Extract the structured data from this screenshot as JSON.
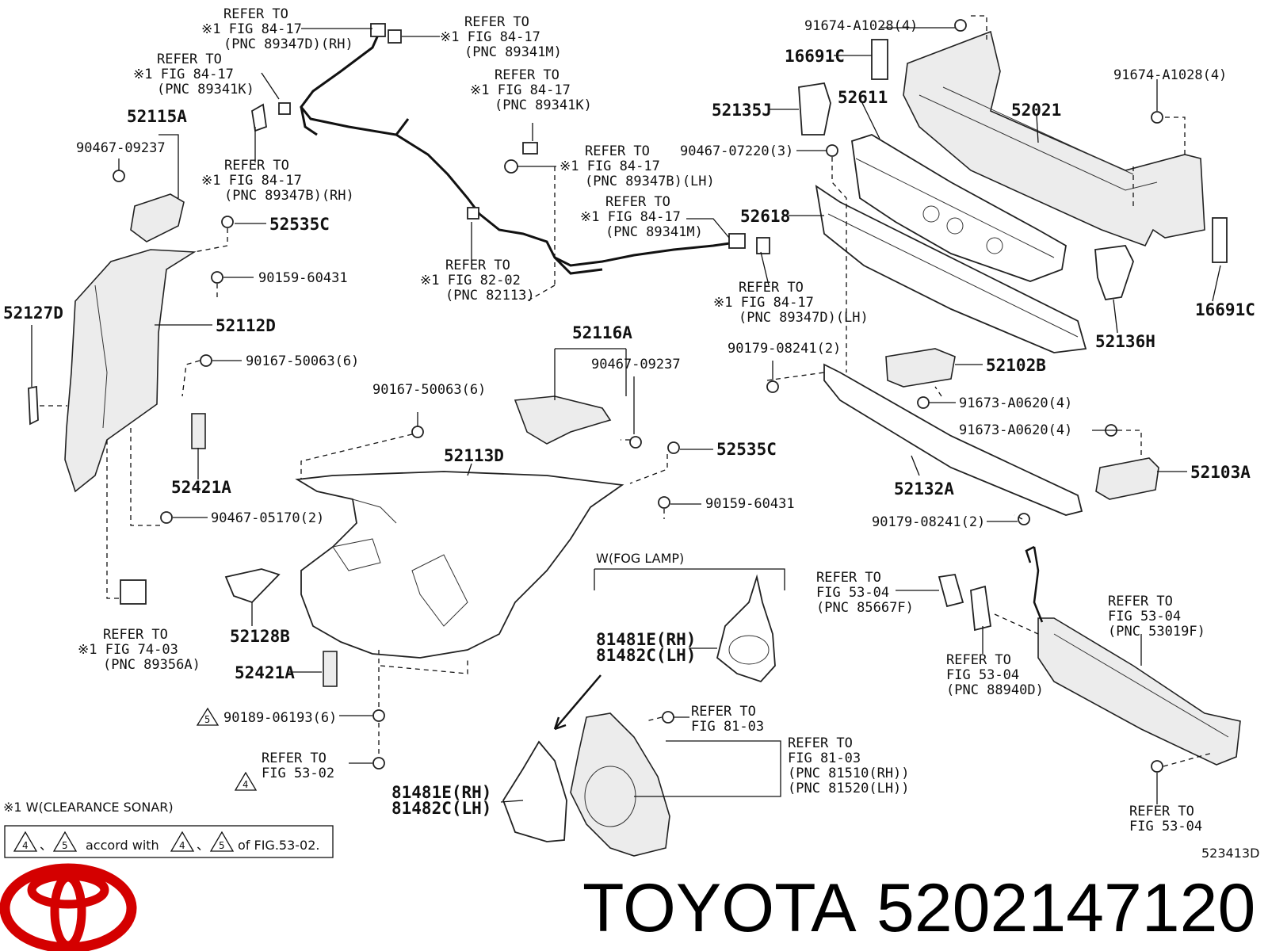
{
  "brand": {
    "name": "TOYOTA",
    "part_number": "5202147120",
    "logo_color": "#d40000"
  },
  "diagram_code": "523413D",
  "notes": {
    "sonar": "※1 W(CLEARANCE SONAR)",
    "accord_a": "4",
    "accord_sep1": "、",
    "accord_b": "5",
    "accord_mid": "accord with",
    "accord_c": "4",
    "accord_sep2": "、",
    "accord_d": "5",
    "accord_end": "of FIG.53-02."
  },
  "fog_lamp_label": "W(FOG LAMP)",
  "refs": {
    "r1": [
      "REFER TO",
      "※1 FIG 84-17",
      "(PNC 89347D)(RH)"
    ],
    "r2": [
      "REFER TO",
      "※1 FIG 84-17",
      "(PNC 89341M)"
    ],
    "r3": [
      "REFER TO",
      "※1 FIG 84-17",
      "(PNC 89341K)"
    ],
    "r4": [
      "REFER TO",
      "※1 FIG 84-17",
      "(PNC 89341K)"
    ],
    "r5": [
      "REFER TO",
      "※1 FIG 84-17",
      "(PNC 89347B)(LH)"
    ],
    "r6": [
      "REFER TO",
      "※1 FIG 84-17",
      "(PNC 89347B)(RH)"
    ],
    "r7": [
      "REFER TO",
      "※1 FIG 84-17",
      "(PNC 89341M)"
    ],
    "r8": [
      "REFER TO",
      "※1 FIG 82-02",
      "(PNC 82113)"
    ],
    "r9": [
      "REFER TO",
      "※1 FIG 84-17",
      "(PNC 89347D)(LH)"
    ],
    "r10": [
      "REFER TO",
      "※1 FIG 74-03",
      "(PNC 89356A)"
    ],
    "r11": [
      "REFER TO",
      "FIG 53-04",
      "(PNC 85667F)"
    ],
    "r12": [
      "REFER TO",
      "FIG 53-04",
      "(PNC 53019F)"
    ],
    "r13": [
      "REFER TO",
      "FIG 53-04",
      "(PNC 88940D)"
    ],
    "r14": [
      "REFER TO",
      "FIG 81-03"
    ],
    "r15": [
      "REFER TO",
      "FIG 81-03",
      "(PNC 81510(RH))",
      "(PNC 81520(LH))"
    ],
    "r16": [
      "REFER TO",
      "FIG 53-04"
    ],
    "r17": [
      "REFER TO",
      "FIG 53-02"
    ]
  },
  "parts": {
    "p91674a": "91674-A1028(4)",
    "p16691c_top": "16691C",
    "p91674b": "91674-A1028(4)",
    "p52611": "52611",
    "p52135j": "52135J",
    "p52021": "52021",
    "p90467_07220": "90467-07220(3)",
    "p52115a": "52115A",
    "p90467_09237a": "90467-09237",
    "p52535c_a": "52535C",
    "p90159_a": "90159-60431",
    "p52127d": "52127D",
    "p52112d": "52112D",
    "p90167_a": "90167-50063(6)",
    "p52618": "52618",
    "p16691c_right": "16691C",
    "p52136h": "52136H",
    "p52116a": "52116A",
    "p90467_09237b": "90467-09237",
    "p90179_a": "90179-08241(2)",
    "p52102b": "52102B",
    "p91673_a": "91673-A0620(4)",
    "p91673_b": "91673-A0620(4)",
    "p52103a": "52103A",
    "p90167_b": "90167-50063(6)",
    "p52113d": "52113D",
    "p52535c_b": "52535C",
    "p52421a_a": "52421A",
    "p90159_b": "90159-60431",
    "p52132a": "52132A",
    "p90467_05170": "90467-05170(2)",
    "p90179_b": "90179-08241(2)",
    "p52128b": "52128B",
    "p52421a_b": "52421A",
    "p81481e_a": "81481E(RH)",
    "p81482c_a": "81482C(LH)",
    "p90189": "90189-06193(6)",
    "p81481e_b": "81481E(RH)",
    "p81482c_b": "81482C(LH)",
    "tri5": "5",
    "tri4": "4"
  }
}
